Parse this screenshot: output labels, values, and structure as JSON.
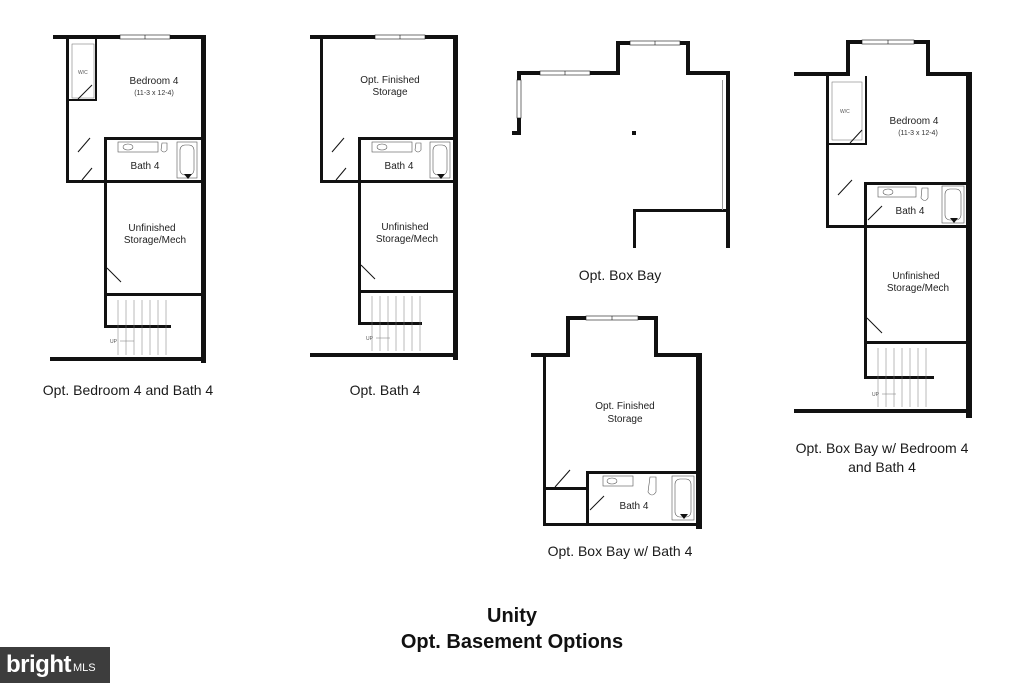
{
  "plans": [
    {
      "caption": "Opt. Bedroom 4 and Bath 4",
      "rooms": {
        "wic": "W/C",
        "bedroom": "Bedroom 4",
        "bedroom_dim": "(11-3 x 12-4)",
        "bath": "Bath 4",
        "storage_l1": "Unfinished",
        "storage_l2": "Storage/Mech",
        "stair": "UP"
      }
    },
    {
      "caption": "Opt. Bath 4",
      "rooms": {
        "finished_l1": "Opt. Finished",
        "finished_l2": "Storage",
        "bath": "Bath 4",
        "storage_l1": "Unfinished",
        "storage_l2": "Storage/Mech",
        "stair": "UP"
      }
    },
    {
      "caption": "Opt. Box Bay",
      "rooms": {}
    },
    {
      "caption": "Opt. Box Bay w/ Bath 4",
      "rooms": {
        "finished_l1": "Opt. Finished",
        "finished_l2": "Storage",
        "bath": "Bath 4"
      }
    },
    {
      "caption_l1": "Opt. Box Bay w/ Bedroom 4",
      "caption_l2": "and Bath 4",
      "rooms": {
        "wic": "W/C",
        "bedroom": "Bedroom 4",
        "bedroom_dim": "(11-3 x 12-4)",
        "bath": "Bath 4",
        "storage_l1": "Unfinished",
        "storage_l2": "Storage/Mech",
        "stair": "UP"
      }
    }
  ],
  "title_l1": "Unity",
  "title_l2": "Opt. Basement Options",
  "logo": {
    "brand": "bright",
    "suffix": "MLS"
  }
}
